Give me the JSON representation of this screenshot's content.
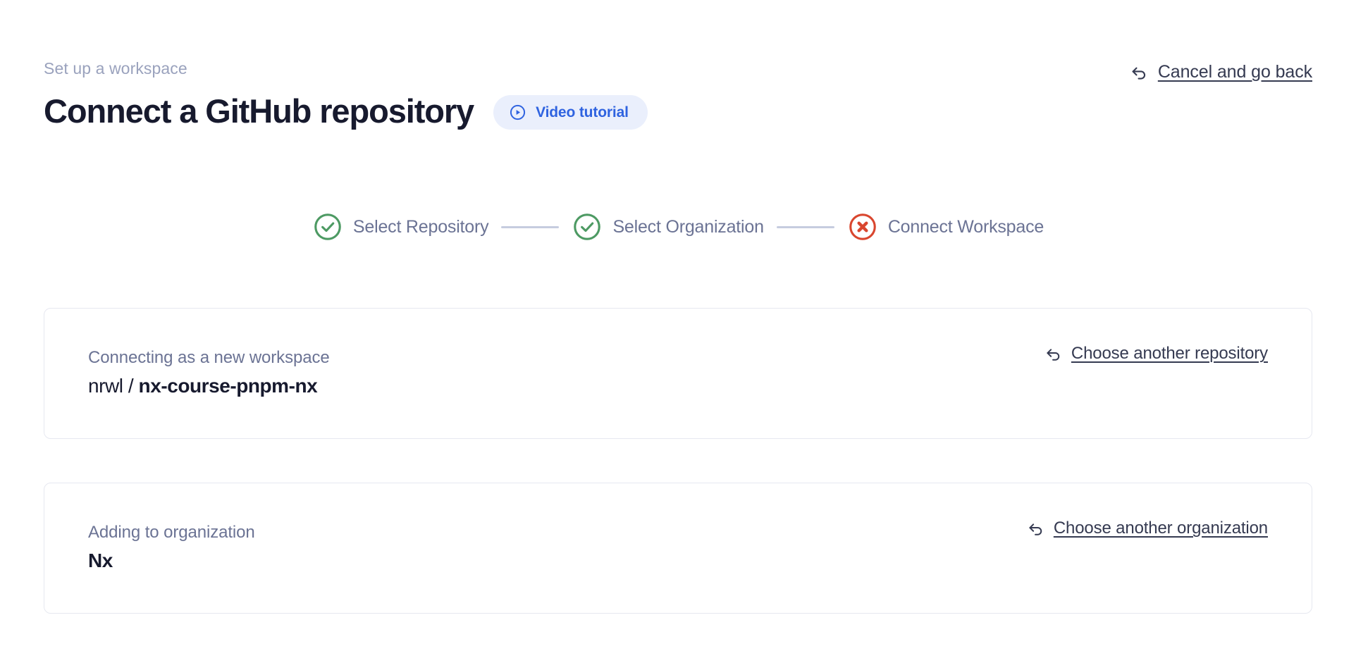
{
  "header": {
    "eyebrow": "Set up a workspace",
    "title": "Connect a GitHub repository",
    "video_pill": {
      "label": "Video tutorial",
      "icon": "play-circle-icon",
      "text_color": "#2f63e0",
      "bg_color": "#eaeffc"
    },
    "cancel": {
      "label": "Cancel and go back",
      "icon": "undo-arrow-icon"
    }
  },
  "stepper": {
    "steps": [
      {
        "label": "Select Repository",
        "state": "complete",
        "icon": "check-circle-icon",
        "color": "#4d9a63"
      },
      {
        "label": "Select Organization",
        "state": "complete",
        "icon": "check-circle-icon",
        "color": "#4d9a63"
      },
      {
        "label": "Connect Workspace",
        "state": "error",
        "icon": "x-circle-icon",
        "color": "#d9462e"
      }
    ],
    "connector_color": "#c6ccdf",
    "label_color": "#6b7394"
  },
  "cards": [
    {
      "caption": "Connecting as a new workspace",
      "value_owner": "nrwl",
      "value_separator": " / ",
      "value_name": "nx-course-pnpm-nx",
      "link": {
        "label": "Choose another repository",
        "icon": "undo-arrow-icon"
      }
    },
    {
      "caption": "Adding to organization",
      "value_name": "Nx",
      "link": {
        "label": "Choose another organization",
        "icon": "undo-arrow-icon"
      }
    }
  ]
}
